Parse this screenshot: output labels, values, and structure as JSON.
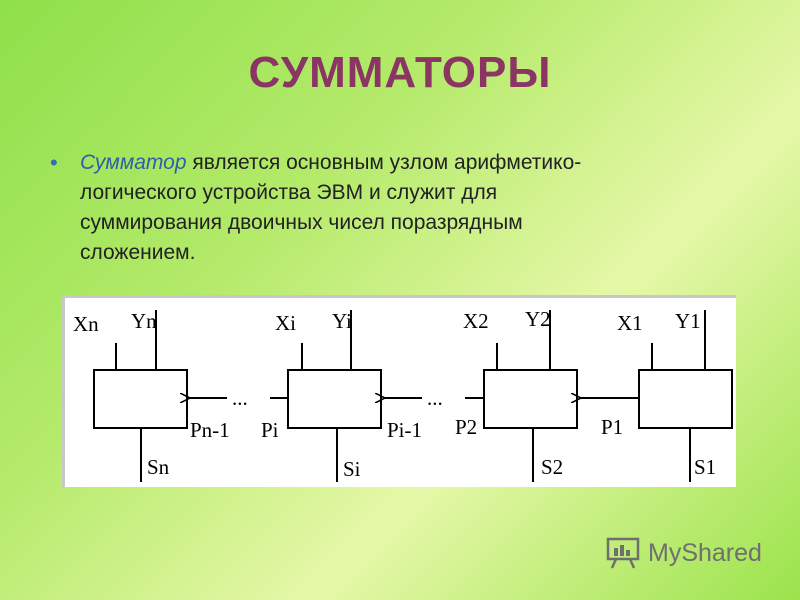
{
  "slide": {
    "title": "СУММАТОРЫ",
    "bullet_term": "Сумматор",
    "bullet_line1_rest": " является основным узлом арифметико-",
    "bullet_line2": "логического устройства ЭВМ и служит для",
    "bullet_line3": "суммирования двоичных чисел поразрядным",
    "bullet_line4": "сложением."
  },
  "diagram": {
    "blocks": [
      {
        "x": "Xn",
        "y": "Yn",
        "s": "Sn"
      },
      {
        "x": "Xi",
        "y": "Yi",
        "s": "Si"
      },
      {
        "x": "X2",
        "y": "Y2",
        "s": "S2"
      },
      {
        "x": "X1",
        "y": "Y1",
        "s": "S1"
      }
    ],
    "carry_labels": [
      "Pn-1",
      "Pi",
      "Pi-1",
      "P2",
      "P1"
    ],
    "ellipsis": "..."
  },
  "watermark": {
    "brand": "MyShared",
    "icon": "presentation-board-icon"
  }
}
